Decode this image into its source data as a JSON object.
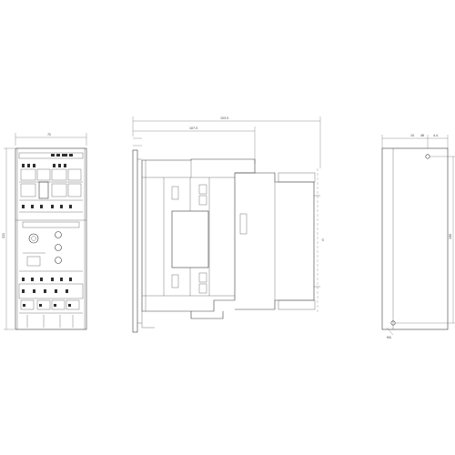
{
  "front_view": {
    "width_dim": "72",
    "height_dim": "221"
  },
  "side_view": {
    "overall_depth_dim": "153.5",
    "partial_depth_dim": "107.5"
  },
  "mounting_view": {
    "top_dim_1": "10",
    "top_dim_2": "46",
    "hole_dim": "4.4",
    "height_dim": "190",
    "bottom_dim": "M4"
  }
}
